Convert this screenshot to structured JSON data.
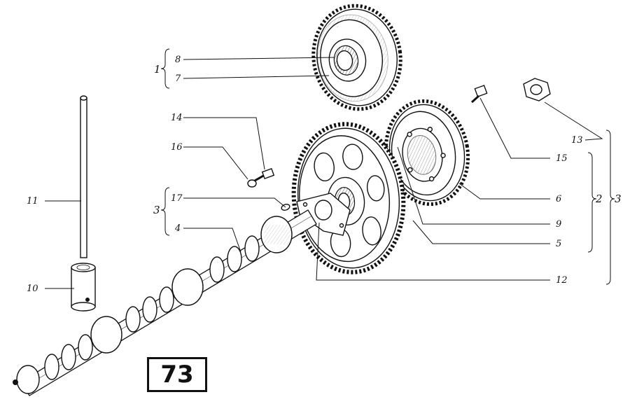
{
  "figure": {
    "page_number": "73",
    "callouts": [
      {
        "id": "c1",
        "text": "1"
      },
      {
        "id": "c2",
        "text": "2"
      },
      {
        "id": "c3a",
        "text": "3"
      },
      {
        "id": "c3b",
        "text": "3"
      },
      {
        "id": "c4",
        "text": "4"
      },
      {
        "id": "c5",
        "text": "5"
      },
      {
        "id": "c6",
        "text": "6"
      },
      {
        "id": "c7",
        "text": "7"
      },
      {
        "id": "c8",
        "text": "8"
      },
      {
        "id": "c9",
        "text": "9"
      },
      {
        "id": "c10",
        "text": "10"
      },
      {
        "id": "c11",
        "text": "11"
      },
      {
        "id": "c12",
        "text": "12"
      },
      {
        "id": "c13",
        "text": "13"
      },
      {
        "id": "c14",
        "text": "14"
      },
      {
        "id": "c15",
        "text": "15"
      },
      {
        "id": "c16",
        "text": "16"
      },
      {
        "id": "c17",
        "text": "17"
      }
    ]
  }
}
